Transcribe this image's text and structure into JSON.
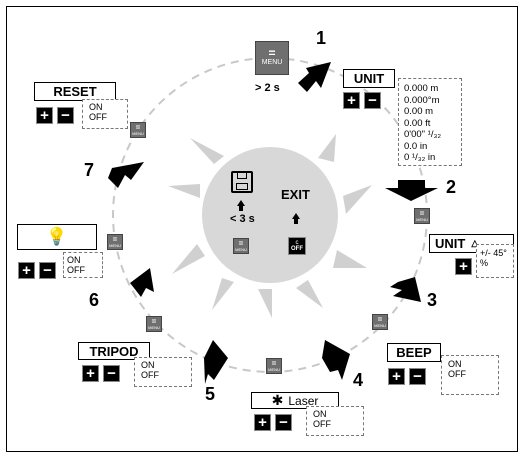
{
  "menu_top": {
    "key_label": "MENU",
    "hold_text": "> 2 s"
  },
  "steps": {
    "s1": "1",
    "s2": "2",
    "s3": "3",
    "s4": "4",
    "s5": "5",
    "s6": "6",
    "s7": "7"
  },
  "center": {
    "save_hold": "< 3 s",
    "exit_label": "EXIT",
    "clear_key_top": "c",
    "clear_key_bottom": "OFF",
    "menu_key": "MENU"
  },
  "unit": {
    "label": "UNIT",
    "options": [
      "0.000 m",
      "0.000°m",
      "0.00 m",
      "0.00 ft",
      "0'00\" ¹/₃₂",
      "0.0 in",
      "0 ¹/₃₂ in"
    ]
  },
  "unit_tilt": {
    "label": "UNIT",
    "options": [
      "+/- 45°",
      "%"
    ]
  },
  "beep": {
    "label": "BEEP",
    "on": "ON",
    "off": "OFF"
  },
  "laser": {
    "label": "Laser",
    "on": "ON",
    "off": "OFF"
  },
  "tripod": {
    "label": "TRIPOD",
    "on": "ON",
    "off": "OFF"
  },
  "light": {
    "on": "ON",
    "off": "OFF"
  },
  "reset": {
    "label": "RESET",
    "on": "ON",
    "off": "OFF"
  },
  "keys": {
    "plus": "+",
    "minus": "−",
    "menu": "MENU"
  },
  "colors": {
    "hub": "#d8d8d8",
    "key_bg": "#000000",
    "menu_key_bg": "#6f6f6f"
  }
}
